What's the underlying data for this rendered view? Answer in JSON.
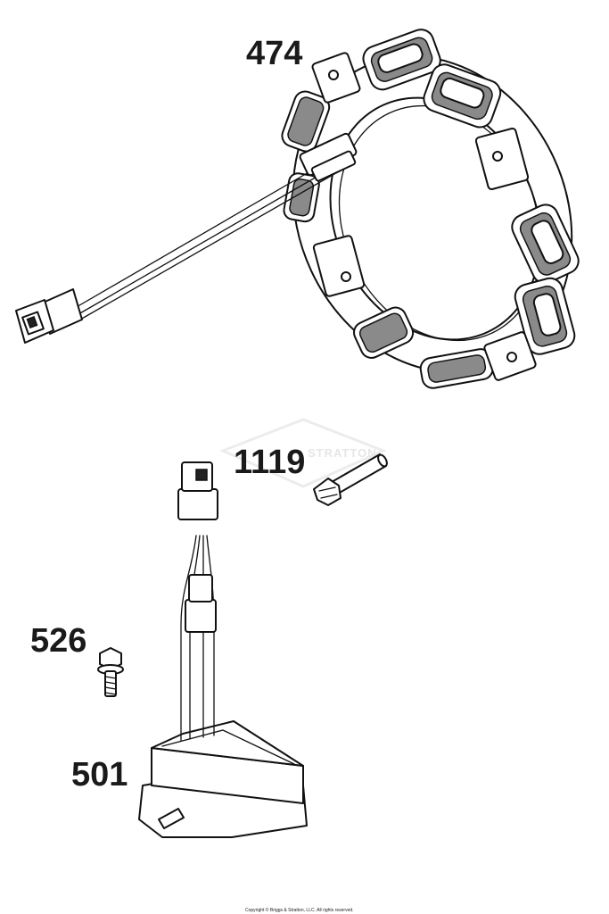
{
  "parts": [
    {
      "number": "474",
      "component": "stator"
    },
    {
      "number": "1119",
      "component": "bolt"
    },
    {
      "number": "526",
      "component": "screw"
    },
    {
      "number": "501",
      "component": "regulator"
    }
  ],
  "watermark": "STRATTON",
  "copyright": "Copyright © Briggs & Stratton, LLC. All rights reserved.",
  "colors": {
    "line": "#111111",
    "background": "#ffffff",
    "watermark": "#e6e6e6"
  }
}
